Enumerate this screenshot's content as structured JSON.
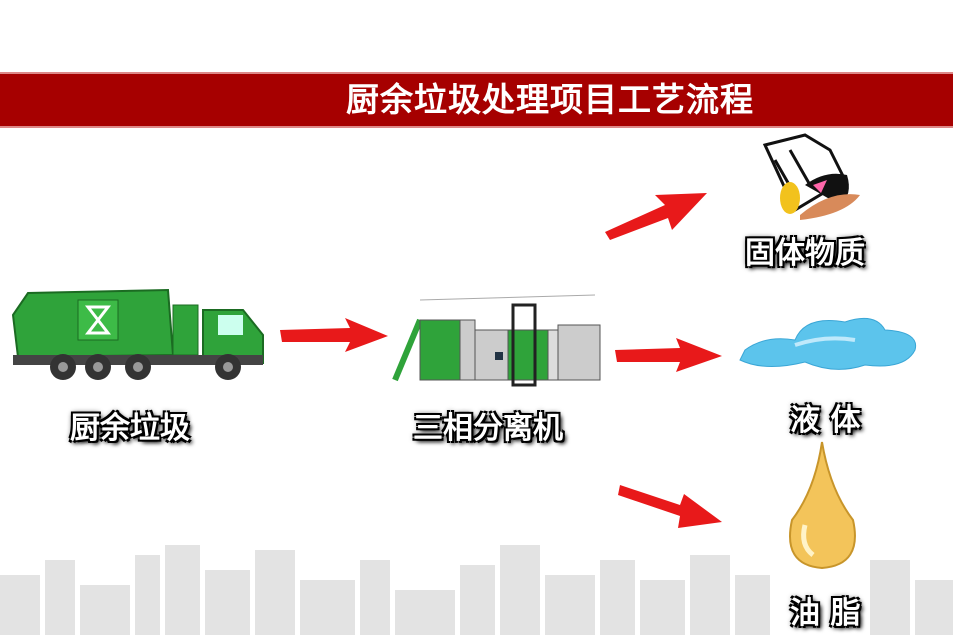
{
  "title": "厨余垃圾处理项目工艺流程",
  "nodes": {
    "input": "厨余垃圾",
    "machine": "三相分离机",
    "solid": "固体物质",
    "liquid": "液 体",
    "oil": "油 脂"
  },
  "colors": {
    "band": "#a60000",
    "arrow": "#e8191a",
    "truck": "#2fa33a",
    "water": "#5cc4ec",
    "oil": "#f3c45a"
  }
}
